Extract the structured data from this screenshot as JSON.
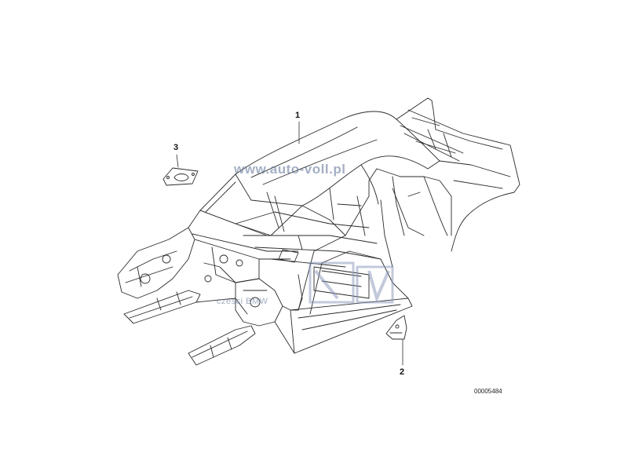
{
  "callouts": {
    "body": "1",
    "bracket": "2",
    "plate": "3"
  },
  "watermarks": {
    "site": "www.auto-voll.pl",
    "parts": "czesci BMW"
  },
  "document_number": "00005484",
  "colors": {
    "line": "#2a2a2a",
    "watermark": "#6a7fa8"
  }
}
